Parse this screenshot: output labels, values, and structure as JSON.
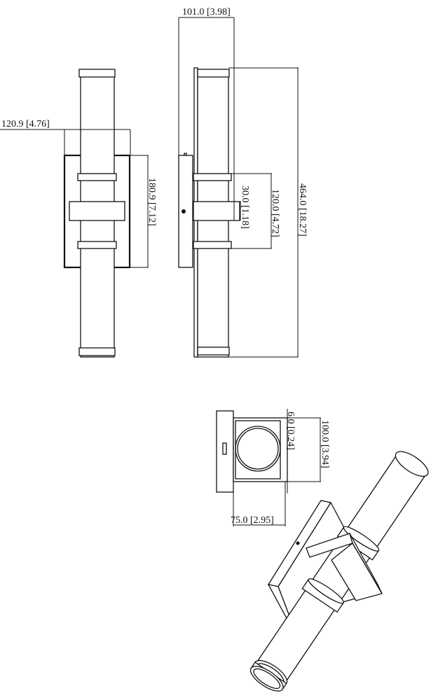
{
  "drawing": {
    "colors": {
      "line": "#111111",
      "background": "#ffffff"
    },
    "front_view": {
      "width_label": "120.9 [4.76]",
      "backplate_height_label": "180.9 [7.12]"
    },
    "side_view": {
      "depth_label": "101.0 [3.98]",
      "overall_height_label": "464.0 [18.27]",
      "band_span_label": "120.0 [4.72]",
      "bar_height_label": "30.0 [1.18]"
    },
    "top_view": {
      "plate_thickness_label": "6.0 [0.24]",
      "width_label": "100.0 [3.94]",
      "projection_label": "75.0 [2.95]"
    }
  }
}
